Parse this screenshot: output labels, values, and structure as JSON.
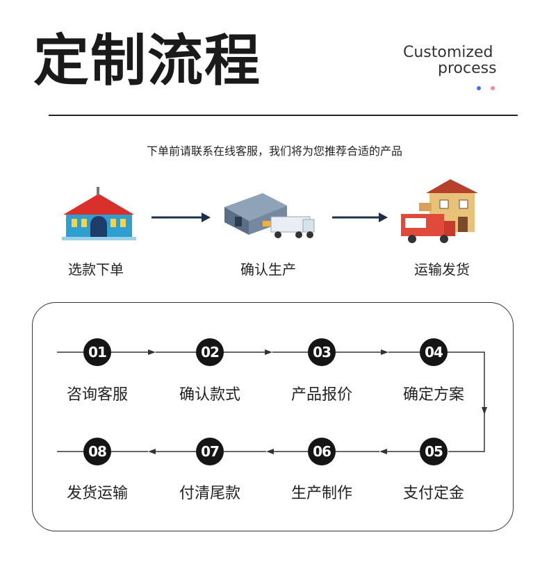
{
  "header": {
    "title": "定制流程",
    "subtitle_line1": "Customized",
    "subtitle_line2": "process",
    "dot_colors": [
      "#4a6cf7",
      "#f08aa0"
    ]
  },
  "note": "下单前请联系在线客服，我们将为您推荐合适的产品",
  "overview": [
    {
      "label": "选款下单",
      "icon": "house-store-icon"
    },
    {
      "label": "确认生产",
      "icon": "factory-truck-icon"
    },
    {
      "label": "运输发货",
      "icon": "delivery-van-house-icon"
    }
  ],
  "steps": [
    {
      "num": "01",
      "label": "咨询客服"
    },
    {
      "num": "02",
      "label": "确认款式"
    },
    {
      "num": "03",
      "label": "产品报价"
    },
    {
      "num": "04",
      "label": "确定方案"
    },
    {
      "num": "05",
      "label": "支付定金"
    },
    {
      "num": "06",
      "label": "生产制作"
    },
    {
      "num": "07",
      "label": "付清尾款"
    },
    {
      "num": "08",
      "label": "发货运输"
    }
  ]
}
